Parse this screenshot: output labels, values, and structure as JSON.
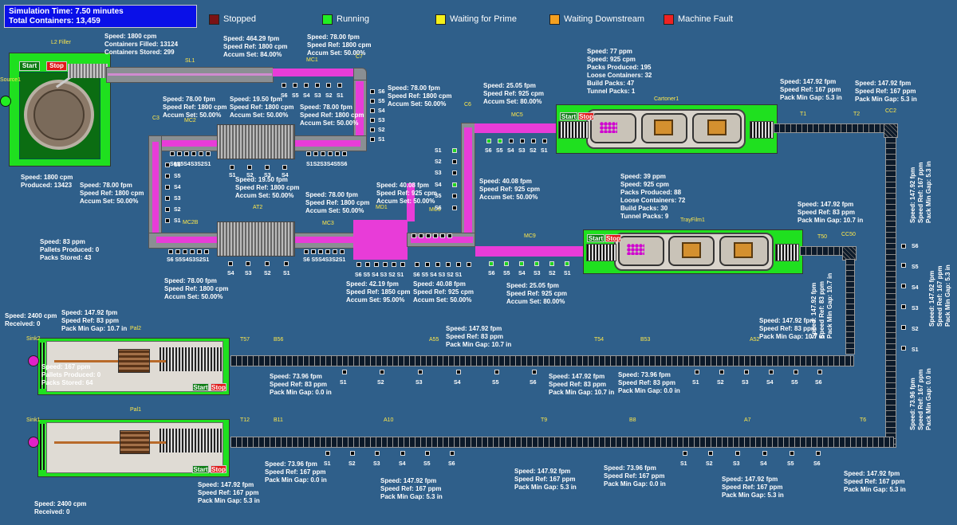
{
  "header": {
    "sim_time": "Simulation Time: 7.50 minutes",
    "total": "Total Containers: 13,459"
  },
  "legend": [
    {
      "label": "Stopped",
      "color": "#7a1214"
    },
    {
      "label": "Running",
      "color": "#22ee22"
    },
    {
      "label": "Waiting for Prime",
      "color": "#f4f01a"
    },
    {
      "label": "Waiting Downstream",
      "color": "#f4a020"
    },
    {
      "label": "Machine Fault",
      "color": "#ee2222"
    }
  ],
  "buttons": {
    "start": "Start",
    "stop": "Stop"
  },
  "labels": {
    "filler": "L2 Filler",
    "source": "Source1",
    "sl1": "SL1",
    "mc1": "MC1",
    "c7": "C7",
    "c3": "C3",
    "mc2": "MC2",
    "mc2b": "MC2B",
    "at2": "AT2",
    "mc3": "MC3",
    "md1": "MD1",
    "mc6": "MC6",
    "c6": "C6",
    "mc5": "MC5",
    "mc9": "MC9",
    "cartoner": "Cartoner1",
    "trayfilm": "TrayFilm1",
    "t1": "T1",
    "t2": "T2",
    "cc2": "CC2",
    "t50": "T50",
    "cc50": "CC50",
    "sink2": "Sink2",
    "pal2": "Pal2",
    "t57": "T57",
    "b56": "B56",
    "a55": "A55",
    "t54": "T54",
    "b53": "B53",
    "a52": "A52",
    "sink1": "Sink1",
    "pal1": "Pal1",
    "t12": "T12",
    "b11": "B11",
    "a10": "A10",
    "t9": "T9",
    "b8": "B8",
    "a7": "A7",
    "t6": "T6"
  },
  "stats": {
    "filler": "Speed: 1800 cpm\nContainers Filled: 13124\nContainers Stored: 299",
    "sl1": "Speed: 464.29 fpm\nSpeed Ref: 1800 cpm\nAccum Set: 84.00%",
    "mc1": "Speed: 78.00 fpm\nSpeed Ref: 1800 cpm\nAccum Set: 50.00%",
    "c7": "Speed: 78.00 fpm\nSpeed Ref: 1800 cpm\nAccum Set: 50.00%",
    "mc2a": "Speed: 78.00 fpm\nSpeed Ref: 1800 cpm\nAccum Set: 50.00%",
    "mc2b": "Speed: 19.50 fpm\nSpeed Ref: 1800 cpm\nAccum Set: 50.00%",
    "mc2c": "Speed: 78.00 fpm\nSpeed Ref: 1800 cpm\nAccum Set: 50.00%",
    "mc5": "Speed: 25.05 fpm\nSpeed Ref: 925 cpm\nAccum Set: 80.00%",
    "cartoner": "Speed: 77 ppm\nSpeed: 925 cpm\nPacks Produced: 195\nLoose Containers: 32\nBuild Packs: 47\nTunnel Packs: 1",
    "t1": "Speed: 147.92 fpm\nSpeed Ref: 167 ppm\nPack Min Gap: 5.3 in",
    "t2": "Speed: 147.92 fpm\nSpeed Ref: 167 ppm\nPack Min Gap: 5.3 in",
    "filler2": "Speed: 1800 cpm\nProduced: 13423",
    "c3": "Speed: 78.00 fpm\nSpeed Ref: 1800 cpm\nAccum Set: 50.00%",
    "at2": "Speed: 19.50 fpm\nSpeed Ref: 1800 cpm\nAccum Set: 50.00%",
    "mc3": "Speed: 78.00 fpm\nSpeed Ref: 1800 cpm\nAccum Set: 50.00%",
    "md1": "Speed: 40.08 fpm\nSpeed Ref: 925 cpm\nAccum Set: 50.00%",
    "mc6": "Speed: 40.08 fpm\nSpeed Ref: 925 cpm\nAccum Set: 50.00%",
    "trayfilm": "Speed: 39 ppm\nSpeed: 925 cpm\nPacks Produced: 88\nLoose Containers: 72\nBuild Packs: 30\nTunnel Packs: 9",
    "t50": "Speed: 147.92 fpm\nSpeed Ref: 83 ppm\nPack Min Gap: 10.7 in",
    "pal": "Speed: 83 ppm\nPallets Produced: 0\nPacks Stored: 43",
    "mc2b2": "Speed: 78.00 fpm\nSpeed Ref: 1800 cpm\nAccum Set: 50.00%",
    "md1b": "Speed: 42.19 fpm\nSpeed Ref: 1850 cpm\nAccum Set: 95.00%",
    "mc6b": "Speed: 40.08 fpm\nSpeed Ref: 925 cpm\nAccum Set: 50.00%",
    "mc9": "Speed: 25.05 fpm\nSpeed Ref: 925 cpm\nAccum Set: 80.00%",
    "sink2": "Speed: 2400 cpm\nReceived: 0",
    "t57": "Speed: 147.92 fpm\nSpeed Ref: 83 ppm\nPack Min Gap: 10.7 in",
    "a55": "Speed: 147.92 fpm\nSpeed Ref: 83 ppm\nPack Min Gap: 10.7 in",
    "a52": "Speed: 147.92 fpm\nSpeed Ref: 83 ppm\nPack Min Gap: 10.7 in",
    "pal2": "Speed: 167 ppm\nPallets Produced: 0\nPacks Stored: 64",
    "b56": "Speed: 73.96 fpm\nSpeed Ref: 83 ppm\nPack Min Gap: 0.0 in",
    "t54": "Speed: 147.92 fpm\nSpeed Ref: 83 ppm\nPack Min Gap: 10.7 in",
    "b53": "Speed: 73.96 fpm\nSpeed Ref: 83 ppm\nPack Min Gap: 0.0 in",
    "b11": "Speed: 73.96 fpm\nSpeed Ref: 167 ppm\nPack Min Gap: 0.0 in",
    "t9": "Speed: 147.92 fpm\nSpeed Ref: 167 ppm\nPack Min Gap: 5.3 in",
    "b8": "Speed: 73.96 fpm\nSpeed Ref: 167 ppm\nPack Min Gap: 0.0 in",
    "t12": "Speed: 147.92 fpm\nSpeed Ref: 167 ppm\nPack Min Gap: 5.3 in",
    "a10": "Speed: 147.92 fpm\nSpeed Ref: 167 ppm\nPack Min Gap: 5.3 in",
    "a7": "Speed: 147.92 fpm\nSpeed Ref: 167 ppm\nPack Min Gap: 5.3 in",
    "t6": "Speed: 147.92 fpm\nSpeed Ref: 167 ppm\nPack Min Gap: 5.3 in",
    "sink1": "Speed: 2400 cpm\nReceived: 0",
    "v_cc2": "Speed: 147.92 fpm\nSpeed Ref: 167 ppm\nPack Min Gap: 5.3 in",
    "v_cc50": "Speed: 147.92 fpm\nSpeed Ref: 83 ppm\nPack Min Gap: 10.7 in",
    "v_right": "Speed: 147.92 fpm\nSpeed Ref: 167 ppm\nPack Min Gap: 5.3 in",
    "v_bottom": "Speed: 73.96 fpm\nSpeed Ref: 167 ppm\nPack Min Gap: 0.0 in"
  },
  "sensor_sets": {
    "mc1_row": [
      "S6",
      "S5",
      "S4",
      "S3",
      "S2",
      "S1"
    ],
    "c7_col": [
      "S6",
      "S5",
      "S4",
      "S3",
      "S2",
      "S1"
    ],
    "mc2_row": [
      "S6",
      "S5",
      "S4",
      "S3",
      "S2",
      "S1"
    ],
    "mc2_row_b": [
      "S1",
      "S2",
      "S3",
      "S4",
      "S5",
      "S6"
    ],
    "at2_top": [
      "S1",
      "S2",
      "S3",
      "S4"
    ],
    "mc2b_col": [
      "S6",
      "S5",
      "S4",
      "S3",
      "S2",
      "S1"
    ],
    "md1_col": [
      "S1",
      "S2",
      "S3",
      "S4",
      "S5",
      "S6"
    ],
    "mc5_row": [
      "S6",
      "S5",
      "S4",
      "S3",
      "S2",
      "S1"
    ],
    "mc2b_bot": [
      "S6",
      "S5",
      "S4",
      "S3",
      "S2",
      "S1"
    ],
    "at2_bot": [
      "S4",
      "S3",
      "S2",
      "S1"
    ],
    "mc3_bot": [
      "S6",
      "S5",
      "S4",
      "S3",
      "S2",
      "S1"
    ],
    "md1_bot": [
      "S6",
      "S5",
      "S4",
      "S3",
      "S2",
      "S1"
    ],
    "mc6_bot": [
      "S6",
      "S5",
      "S4",
      "S3",
      "S2",
      "S1"
    ],
    "mc9_row": [
      "S6",
      "S5",
      "S4",
      "S3",
      "S2",
      "S1"
    ],
    "right_col": [
      "S6",
      "S5",
      "S4",
      "S3",
      "S2",
      "S1"
    ],
    "row1": [
      "S1",
      "S2",
      "S3",
      "S4",
      "S5",
      "S6"
    ],
    "row1b": [
      "S1",
      "S2",
      "S3",
      "S4",
      "S5",
      "S6"
    ],
    "row2": [
      "S1",
      "S2",
      "S3",
      "S4",
      "S5",
      "S6"
    ],
    "row2b": [
      "S1",
      "S2",
      "S3",
      "S4",
      "S5",
      "S6"
    ]
  }
}
